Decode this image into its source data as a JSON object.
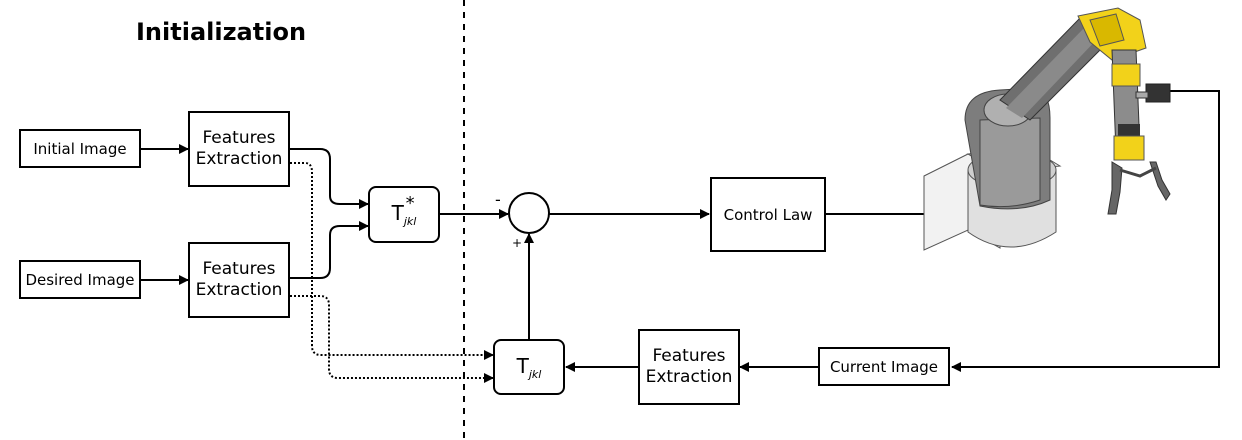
{
  "title": "Initialization",
  "blocks": {
    "initial_image": "Initial Image",
    "desired_image": "Desired Image",
    "features_extraction_line1": "Features",
    "features_extraction_line2": "Extraction",
    "control_law": "Control Law",
    "current_image": "Current Image",
    "t_symbol": "T",
    "t_subscript": "jkl",
    "t_star": "*"
  },
  "summing_junction": {
    "minus_sign": "-",
    "plus_sign": "+"
  },
  "colors": {
    "line": "#000000",
    "robot_grey": "#9a9a9a",
    "robot_dark": "#555555",
    "robot_yellow": "#f2d21a"
  },
  "icons": [
    "robot-arm-icon"
  ]
}
